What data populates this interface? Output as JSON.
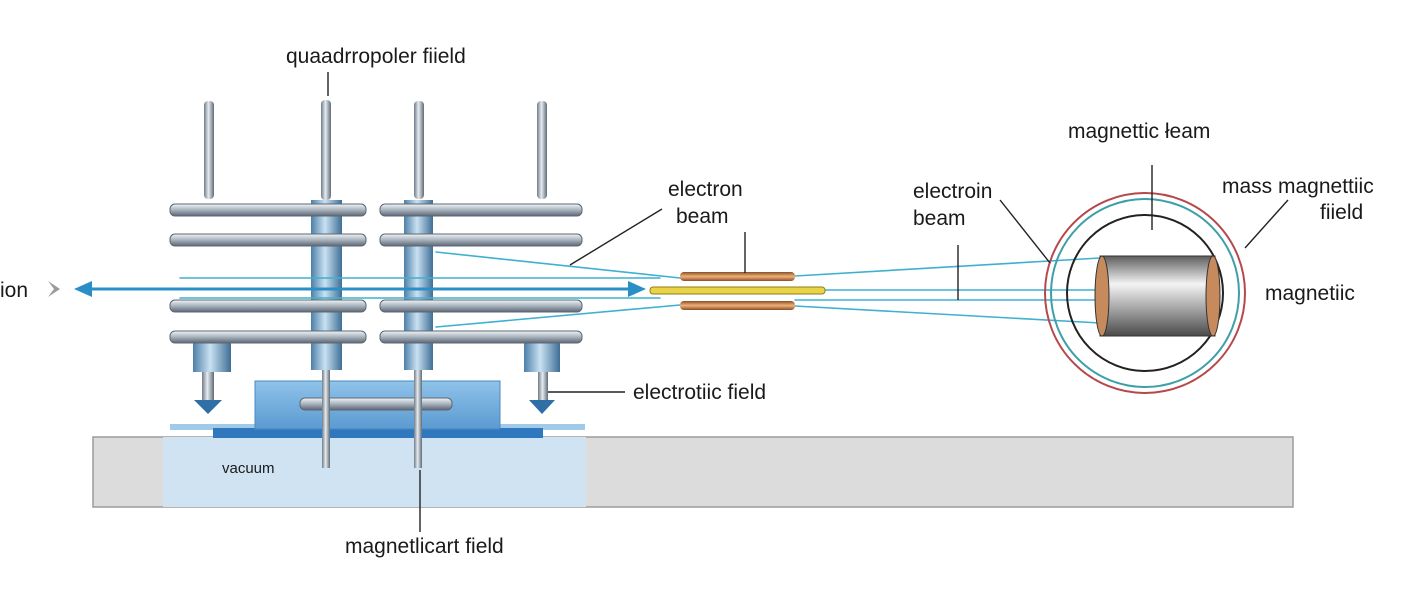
{
  "labels": {
    "quadrupole_field": "quaadrropoler fiield",
    "electron_beam_1_line1": "electron",
    "electron_beam_1_line2": "beam",
    "electron_beam_2_line1": "electroin",
    "electron_beam_2_line2": "beam",
    "magnetic_beam": "magnettic łeam",
    "mass_magnetic_line1": "mass magnettiic",
    "mass_magnetic_line2": "fiield",
    "magnetic": "magnetiic",
    "ion": "ion",
    "electrotic_field": "electrotiic field",
    "vacuum": "vacuum",
    "magneticart_field": "magnetlicart field"
  },
  "colors": {
    "beam_blue": "#2a8fc7",
    "beam_cyan": "#3fb0d0",
    "rod_steel": "#9aa6b2",
    "vacuum_blue": "#cfe3f3",
    "block_blue": "#6aa9dc",
    "base_gray": "#dcdcdc",
    "copper": "#c9824a",
    "ring_red": "#b5484a",
    "ring_teal": "#3d9fa8"
  }
}
